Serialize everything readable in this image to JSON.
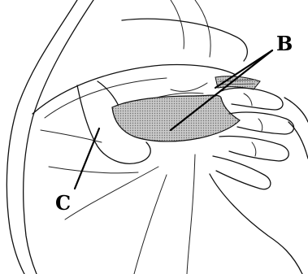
{
  "diagram": {
    "callouts": [
      {
        "id": "B",
        "label": "B"
      },
      {
        "id": "C",
        "label": "C"
      }
    ],
    "colors": {
      "line": "#111111",
      "shaded_part": "#bdbdbd",
      "background": "#ffffff"
    }
  }
}
